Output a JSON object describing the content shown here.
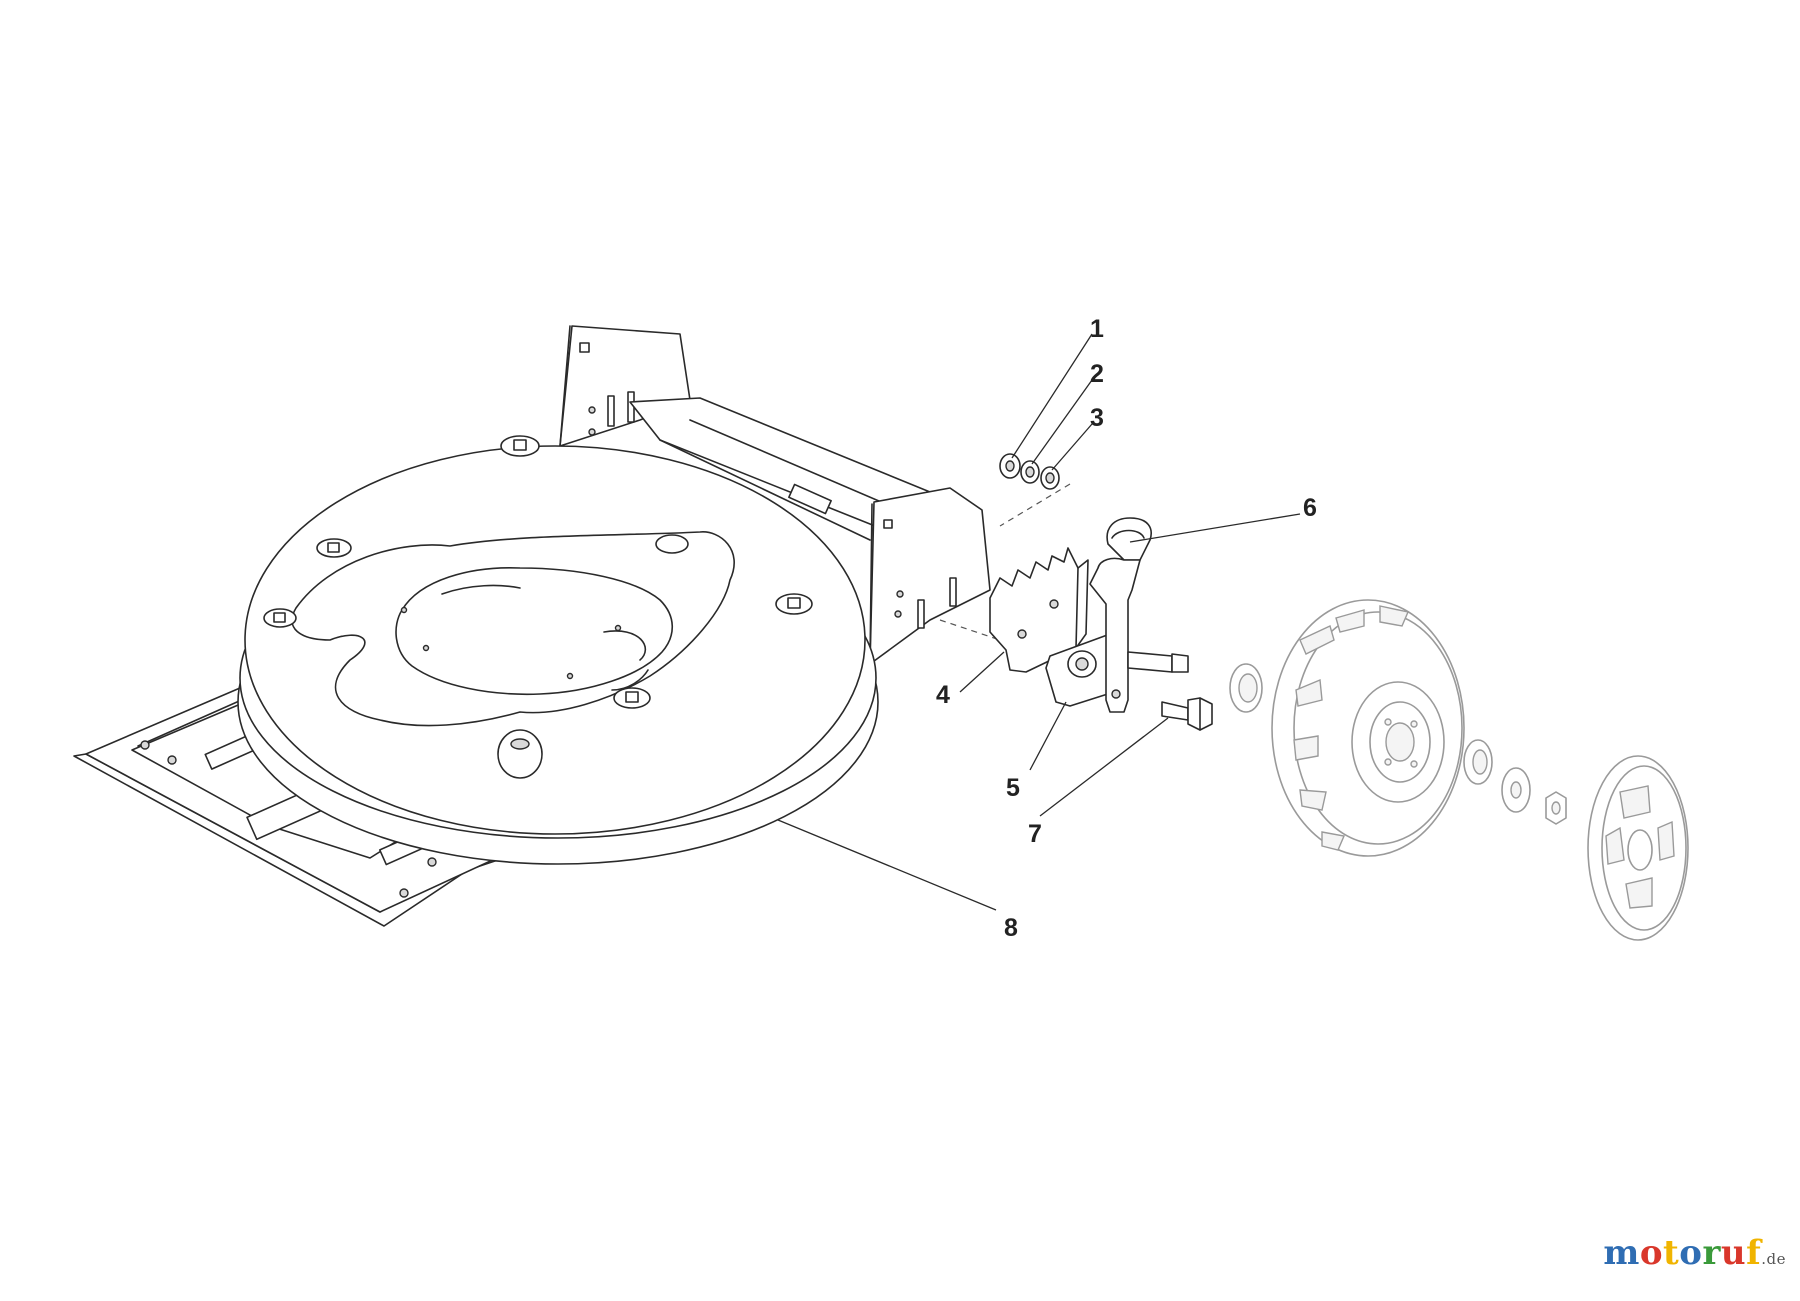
{
  "parts": [
    {
      "number": "1",
      "name": "nut"
    },
    {
      "number": "2",
      "name": "washer"
    },
    {
      "number": "3",
      "name": "lock-washer"
    },
    {
      "number": "4",
      "name": "height-adjust-bracket"
    },
    {
      "number": "5",
      "name": "axle-plate"
    },
    {
      "number": "6",
      "name": "height-adjust-lever"
    },
    {
      "number": "7",
      "name": "shoulder-bolt"
    },
    {
      "number": "8",
      "name": "mower-deck"
    }
  ],
  "watermark": {
    "letters": [
      "m",
      "o",
      "t",
      "o",
      "r",
      "u",
      "f"
    ],
    "letter_colors": [
      "#2f6db3",
      "#d9372b",
      "#f0b400",
      "#2f6db3",
      "#3a9a3a",
      "#d9372b",
      "#f0b400"
    ],
    "suffix": ".de"
  }
}
